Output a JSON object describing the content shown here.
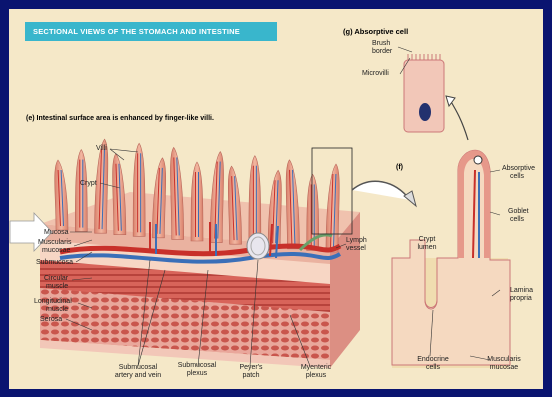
{
  "banner": "SECTIONAL VIEWS OF THE STOMACH AND INTESTINE",
  "panel_e_title": "(e) Intestinal surface area is enhanced by finger-like villi.",
  "panel_f_letter": "(f)",
  "panel_g_title": "(g) Absorptive cell",
  "labels": {
    "villi": "Villi",
    "crypt": "Crypt",
    "mucosa": "Mucosa",
    "muscularis_mucosae_1": "Muscularis",
    "muscularis_mucosae_2": "mucosae",
    "submucosa": "Submucosa",
    "circular_1": "Circular",
    "circular_2": "muscle",
    "longitudinal_1": "Longitudinal",
    "longitudinal_2": "muscle",
    "serosa": "Serosa",
    "submucosal_av_1": "Submucosal",
    "submucosal_av_2": "artery and vein",
    "submucosal_plexus_1": "Submucosal",
    "submucosal_plexus_2": "plexus",
    "peyers_1": "Peyer's",
    "peyers_2": "patch",
    "myenteric_1": "Myenteric",
    "myenteric_2": "plexus",
    "lymph_1": "Lymph",
    "lymph_2": "vessel",
    "brush_1": "Brush",
    "brush_2": "border",
    "microvilli": "Microvilli",
    "absorptive_1": "Absorptive",
    "absorptive_2": "cells",
    "goblet_1": "Goblet",
    "goblet_2": "cells",
    "crypt_lumen_1": "Crypt",
    "crypt_lumen_2": "lumen",
    "lamina_1": "Lamina",
    "lamina_2": "propria",
    "endocrine_1": "Endocrine",
    "endocrine_2": "cells",
    "mm_f_1": "Muscularis",
    "mm_f_2": "mucosae"
  },
  "colors": {
    "background": "#0a1470",
    "paper": "#f5e8c8",
    "banner": "#39b6cc",
    "villus": "#e9a089",
    "muscle": "#c8524a",
    "artery": "#c8302a",
    "vein": "#3a6fb8"
  }
}
